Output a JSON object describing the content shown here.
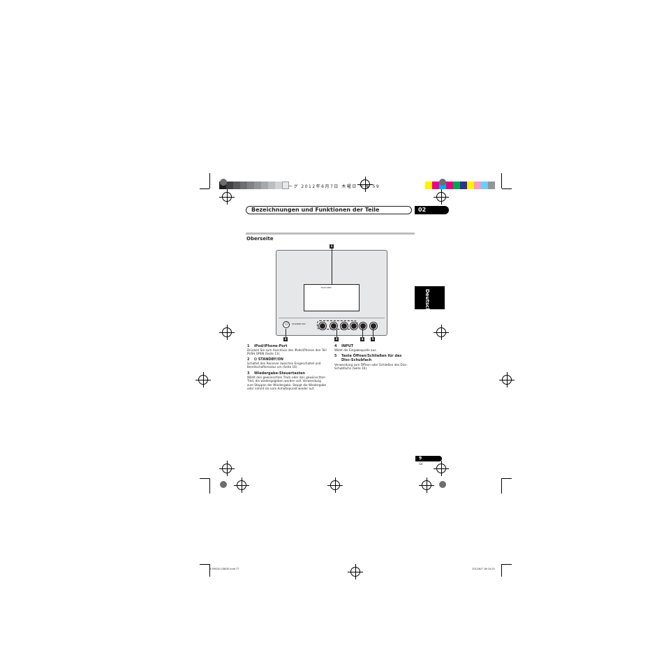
{
  "header": {
    "print_info": "ーグ  2012年6月7日  木曜日  午後  59",
    "grays": [
      "#231f20",
      "#414042",
      "#58595b",
      "#6d6e70",
      "#808285",
      "#939598",
      "#a7a9ac",
      "#bcbec0",
      "#d1d3d4",
      "#e6e7e8",
      "#ffffff"
    ],
    "colors": [
      "#fff200",
      "#ec008c",
      "#00aeef",
      "#e6007e",
      "#00a651",
      "#2e3192",
      "#fff200",
      "#f49ac1",
      "#6dcff6",
      "#939598"
    ]
  },
  "section": {
    "title": "Bezeichnungen und Funktionen der Teile",
    "chapter": "02",
    "language_tab": "Deutsch"
  },
  "subsection": {
    "title": "Oberseite"
  },
  "device": {
    "screen_label": "PUSH OPEN",
    "standby_label": "STANDBY/ON",
    "callouts": [
      "1",
      "2",
      "3",
      "4",
      "5"
    ]
  },
  "items": [
    {
      "num": "1",
      "title": "iPod/iPhone-Port",
      "body": "Drücken Sie zum Anschluss des iPods/iPhones den Teil PUSH OPEN (Seite 13)."
    },
    {
      "num": "2",
      "title": "⏻ STANDBY/ON",
      "body": "Schaltet den Receiver zwischen Eingeschaltet und Bereitschaftsmodus um (Seite 16)."
    },
    {
      "num": "3",
      "title": "Wiedergabe-Steuertasten",
      "body": "Wählt den gewünschten Track oder den gewünschten Titel, die wiedergegeben werden soll. Verwendung zum Stoppen der Wiedergabe. Stoppt die Wiedergabe oder nimmt sie vom Anhaltepunkt wieder auf."
    },
    {
      "num": "4",
      "title": "INPUT",
      "body": "Wählt die Eingabequelle aus."
    },
    {
      "num": "5",
      "title": "Taste Öffnen/Schließen für das Disc-Schubfach",
      "body": "Verwendung zum Öffnen oder Schließen des Disc-Schubfachs (Seite 16)."
    }
  ],
  "page": {
    "number": "9",
    "lang_code": "Ge"
  },
  "footer": {
    "left": "X-SMC00-GB/DE.indd   77",
    "right": "2012/6/7   16:04:15"
  }
}
